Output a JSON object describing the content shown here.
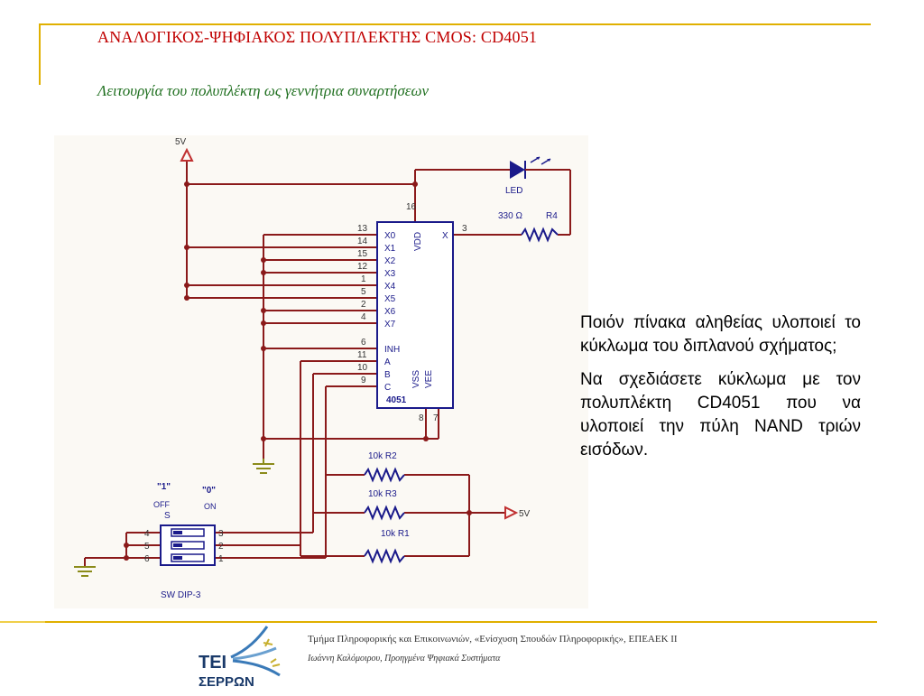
{
  "slide": {
    "title": "ΑΝΑΛΟΓΙΚΟΣ-ΨΗΦΙΑΚΟΣ ΠΟΛΥΠΛΕΚΤΗΣ CMOS: CD4051",
    "subtitle": "Λειτουργία του πολυπλέκτη ως γεννήτρια συναρτήσεων"
  },
  "question": {
    "p1": "Ποιόν πίνακα αληθείας υλοποιεί το κύκλωμα του διπλανού σχήματος;",
    "p2": "Να σχεδιάσετε κύκλωμα με τον πολυπλέκτη CD4051 που να υλοποιεί την πύλη NAND τριών εισόδων."
  },
  "circuit": {
    "supply_top": "5V",
    "supply_right": "5V",
    "led_label": "LED",
    "r4_value": "330 Ω",
    "r4_name": "R4",
    "r2_label": "10k R2",
    "r3_label": "10k R3",
    "r1_label": "10k R1",
    "chip_name": "4051",
    "chip_vdd": "VDD",
    "chip_vss": "VSS",
    "chip_vee": "VEE",
    "chip_out": "X",
    "inputs": [
      "X0",
      "X1",
      "X2",
      "X3",
      "X4",
      "X5",
      "X6",
      "X7"
    ],
    "input_pins": [
      "13",
      "14",
      "15",
      "12",
      "1",
      "5",
      "2",
      "4"
    ],
    "controls": [
      "INH",
      "A",
      "B",
      "C"
    ],
    "control_pins": [
      "6",
      "11",
      "10",
      "9"
    ],
    "pin_vdd": "16",
    "pin_out": "3",
    "pin_vss": "8",
    "pin_vee": "7",
    "switch_name": "SW DIP-3",
    "switch_label_s": "S",
    "switch_label_1": "\"1\"",
    "switch_label_0": "\"0\"",
    "switch_off": "OFF",
    "switch_on": "ON",
    "switch_pins_left": [
      "4",
      "5",
      "6"
    ],
    "switch_pins_right": [
      "3",
      "2",
      "1"
    ]
  },
  "footer": {
    "line1": "Τμήμα Πληροφορικής και Επικοινωνιών, «Ενίσχυση Σπουδών Πληροφορικής», ΕΠΕΑΕΚ ΙΙ",
    "line2": "Ιωάννη Καλόμοιρου, Προηγμένα Ψηφιακά Συστήματα",
    "logo_text": "ΤΕΙ ΣΕΡΡΩΝ"
  },
  "colors": {
    "accent": "#e0b000",
    "title": "#c00000",
    "subtitle": "#1f6f1f",
    "wire": "#8b1a1a",
    "component": "#1a1a8a"
  }
}
